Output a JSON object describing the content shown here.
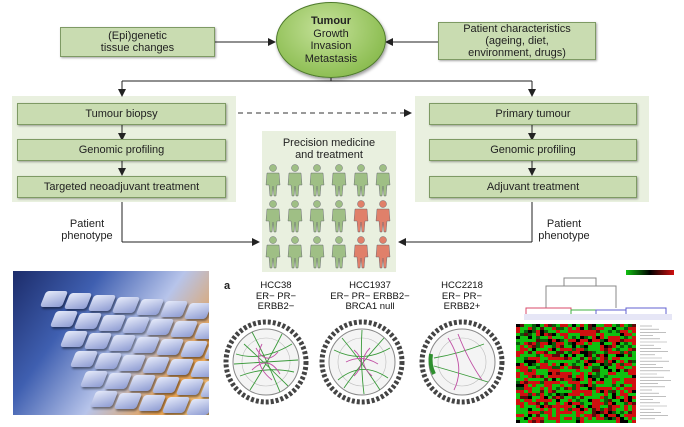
{
  "center": {
    "title": "Tumour",
    "lines": [
      "Growth",
      "Invasion",
      "Metastasis"
    ]
  },
  "left_input": "(Epi)genetic\ntissue changes",
  "right_input": "Patient characteristics\n(ageing, diet,\nenvironment, drugs)",
  "left_steps": [
    "Tumour biopsy",
    "Genomic profiling",
    "Targeted neoadjuvant treatment"
  ],
  "right_steps": [
    "Primary tumour",
    "Genomic profiling",
    "Adjuvant treatment"
  ],
  "left_phenotype": "Patient\nphenotype",
  "right_phenotype": "Patient\nphenotype",
  "precision_label": "Precision medicine\nand treatment",
  "figure_people": {
    "rows": 3,
    "cols": 6,
    "highlighted": [
      [
        1,
        4
      ],
      [
        1,
        5
      ],
      [
        2,
        4
      ],
      [
        2,
        5
      ]
    ],
    "normal_color": "#9fbf85",
    "highlight_color": "#e0806a"
  },
  "panel_label": "a",
  "circos": [
    {
      "title": "HCC38\nER− PR− ERBB2−"
    },
    {
      "title": "HCC1937\nER− PR− ERBB2−\nBRCA1 null"
    },
    {
      "title": "HCC2218\nER− PR− ERBB2+"
    }
  ],
  "colors": {
    "box_fill": "#c9dcb1",
    "panel_fill": "#e9f0df",
    "oval_fill": "#8fbf55",
    "heatmap_red": "#d01010",
    "heatmap_green": "#10c010"
  }
}
